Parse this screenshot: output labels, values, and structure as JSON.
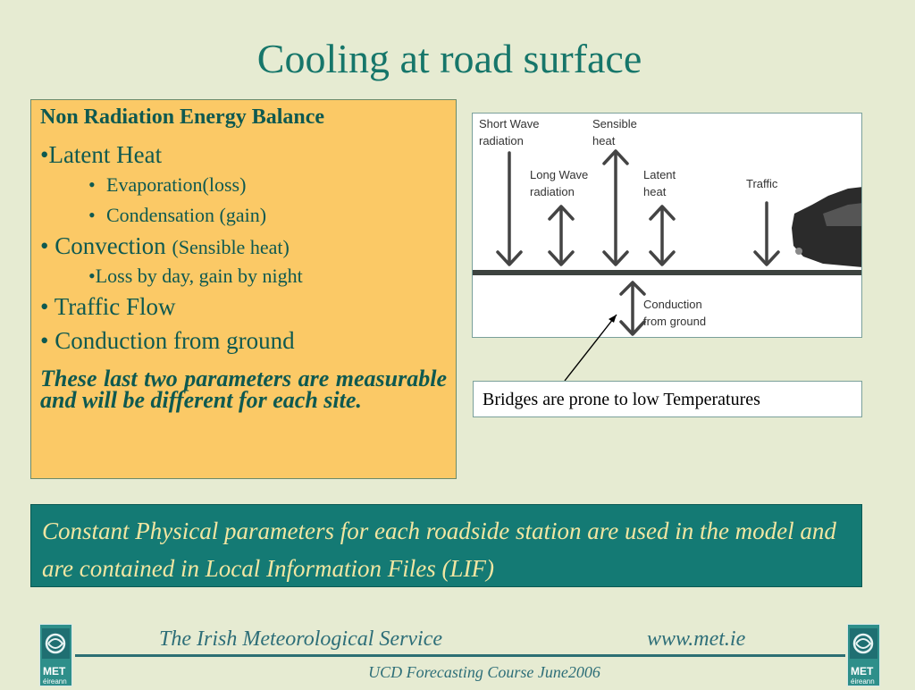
{
  "title": "Cooling at road surface",
  "energy_box": {
    "heading": "Non Radiation Energy Balance",
    "latent_heat": "•Latent Heat",
    "evaporation": "Evaporation(loss)",
    "condensation": "Condensation (gain)",
    "convection": "• Convection",
    "convection_note": "(Sensible heat)",
    "loss_gain": "•Loss by day, gain by night",
    "traffic_flow": "• Traffic Flow",
    "conduction": "• Conduction from ground",
    "note": "These last two parameters are measurable and will be different for each site."
  },
  "diagram": {
    "short_wave": "Short Wave\nradiation",
    "sensible_heat": "Sensible\nheat",
    "long_wave": "Long Wave\nradiation",
    "latent_heat": "Latent\nheat",
    "traffic": "Traffic",
    "conduction": "Conduction\nfrom ground"
  },
  "callout": "Bridges are prone to low Temperatures",
  "lif_text": "Constant Physical parameters for each roadside station are used in the model and are contained in Local Information Files (LIF)",
  "footer": {
    "left": "The Irish Meteorological Service",
    "right": "www.met.ie",
    "bottom": "UCD Forecasting Course June2006",
    "logo_text_left": "MET éireann",
    "logo_text_right": "MET éireann"
  },
  "colors": {
    "background": "#e6ebd2",
    "title": "#16766a",
    "energy_box_fill": "#fbc966",
    "teal_box_fill": "#147a74",
    "teal_box_text": "#f2e6a2"
  }
}
